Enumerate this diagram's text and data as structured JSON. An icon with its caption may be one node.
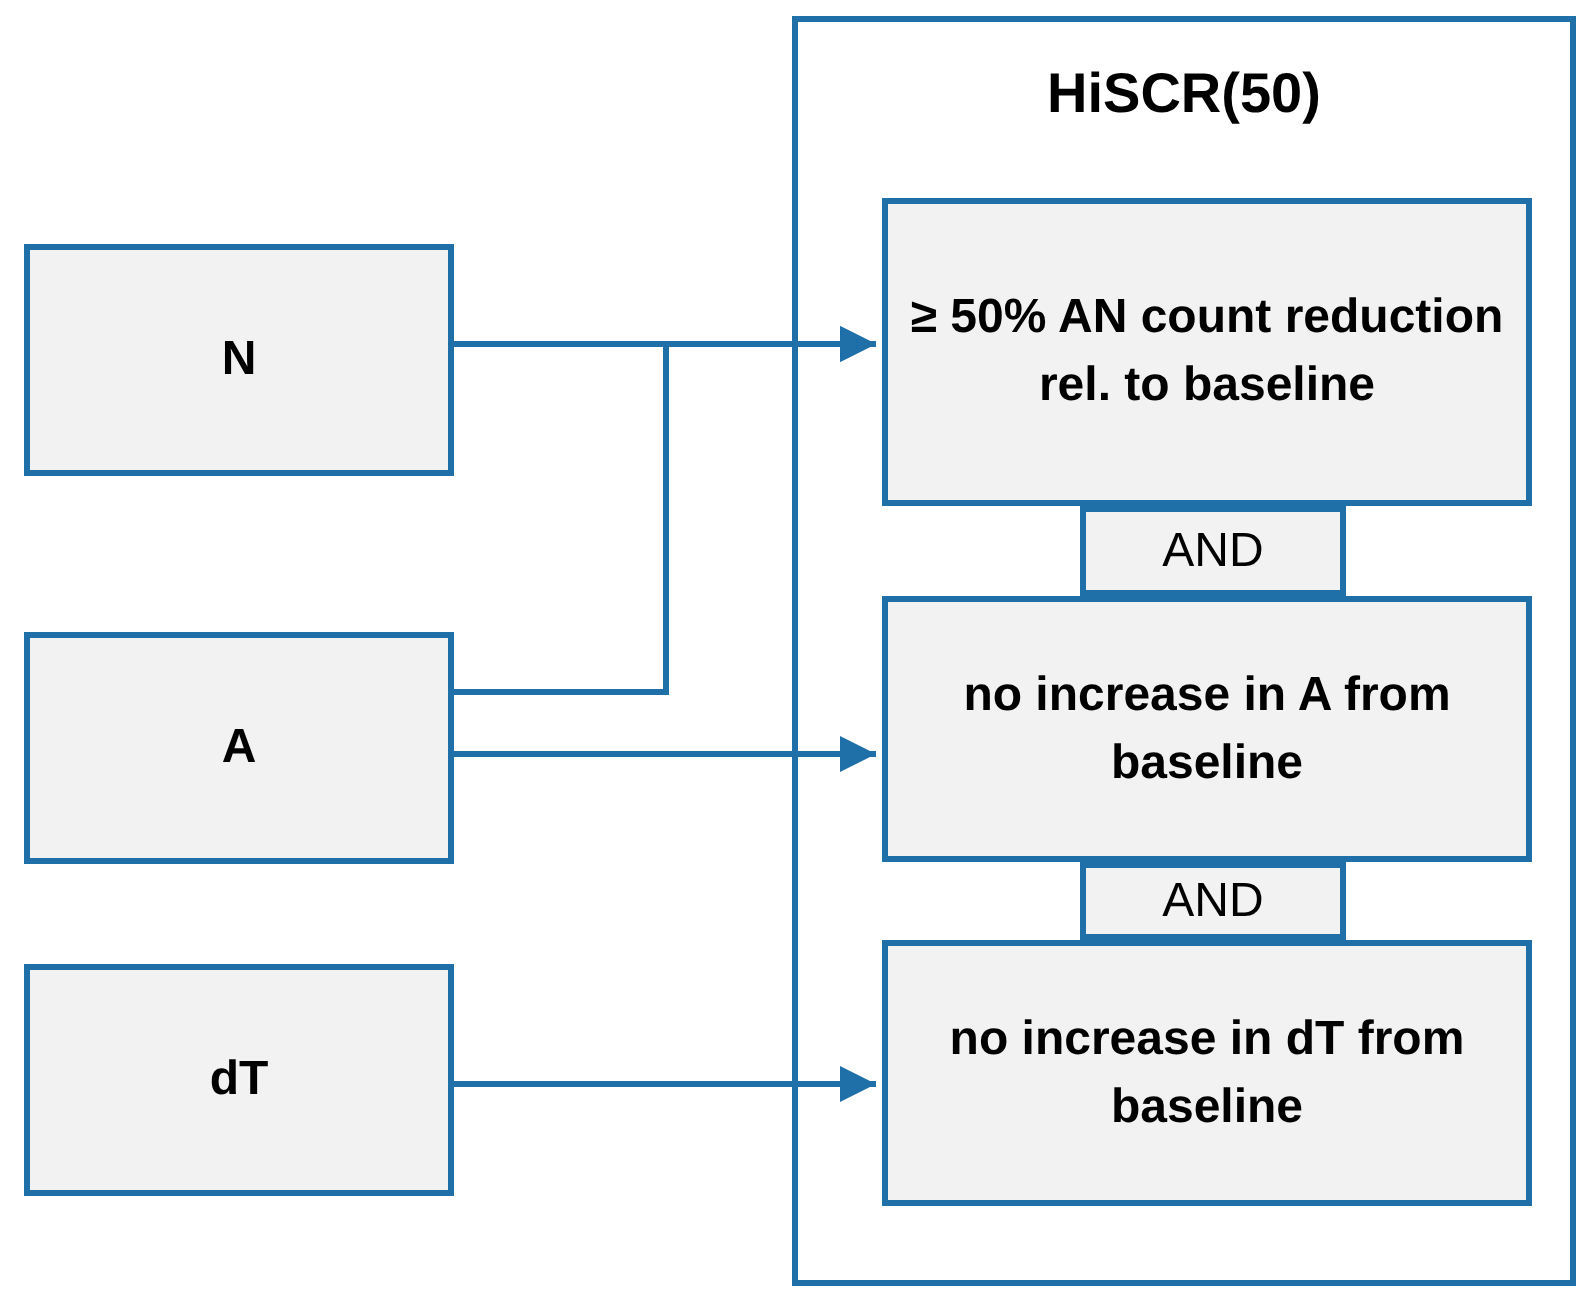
{
  "diagram": {
    "nodes": [
      {
        "text": [
          "HiSCR(50)"
        ]
      },
      {
        "text": [
          "N"
        ]
      },
      {
        "text": [
          "A"
        ]
      },
      {
        "text": [
          "dT"
        ]
      },
      {
        "text": [
          "≥ 50% AN count reduction rel. to baseline"
        ],
        "in": 0
      },
      {
        "text": [
          "AND"
        ],
        "in": 0
      },
      {
        "text": [
          "no increase in A from baseline"
        ],
        "in": 0
      },
      {
        "text": [
          "AND"
        ],
        "in": 0
      },
      {
        "text": [
          "no increase in dT from baseline"
        ],
        "in": 0
      }
    ],
    "edges": [
      {
        "from": 1,
        "to": 4,
        "arrow": "to"
      },
      {
        "from": 2,
        "to": 4,
        "arrow": "to"
      },
      {
        "from": 2,
        "to": 6,
        "arrow": "to"
      },
      {
        "from": 3,
        "to": 8,
        "arrow": "to"
      }
    ]
  }
}
